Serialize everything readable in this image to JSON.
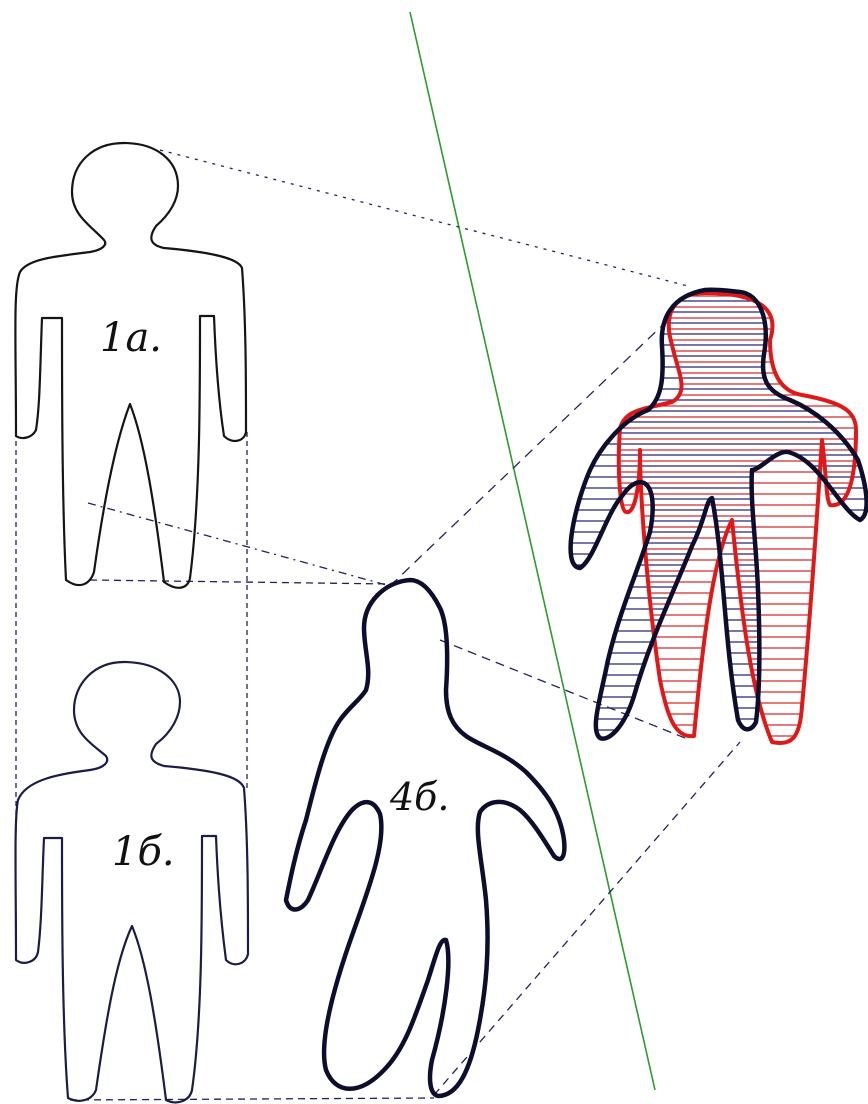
{
  "figures": {
    "figure_1a": {
      "label": "1а."
    },
    "figure_1b": {
      "label": "1б."
    },
    "figure_4b": {
      "label": "4б."
    }
  },
  "colors": {
    "outline": "#151515",
    "outline_blue": "#1c1c4a",
    "bold_outline": "#0d0d2e",
    "red_outline": "#e01818",
    "red_hatch": "#d42a2a",
    "blue_hatch": "#26267a",
    "green_line": "#2f9a2f",
    "dashed": "#22225a"
  },
  "icons": {
    "figure_1a": "human-outline-icon",
    "figure_1b": "human-outline-icon",
    "figure_4b": "distorted-human-outline-icon",
    "overlay": "overlapping-human-outlines-icon"
  }
}
